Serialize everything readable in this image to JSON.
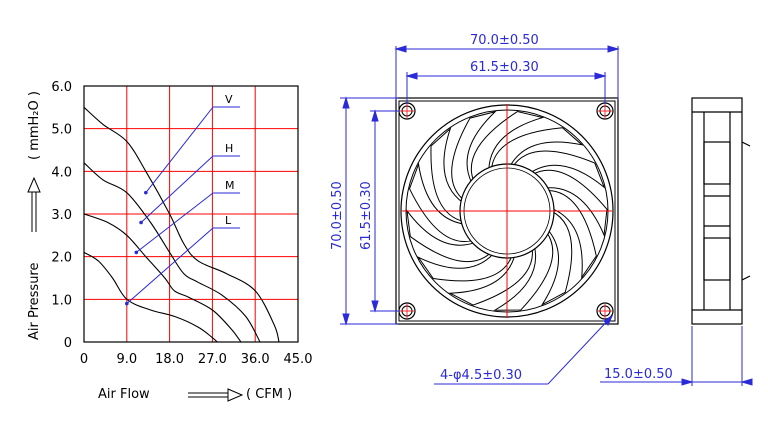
{
  "colors": {
    "grid": "#ff0000",
    "curve": "#000000",
    "dimension": "#2a2ad8",
    "leader": "#2a2ad8",
    "drawing": "#000000",
    "center": "#ff0000"
  },
  "chart_data": {
    "type": "line",
    "xlabel": "Air Flow",
    "xunit": "( CFM )",
    "ylabel": "Air Pressure",
    "yunit": "( mmH₂O )",
    "xticks": [
      "0",
      "9.0",
      "18.0",
      "27.0",
      "36.0",
      "45.0"
    ],
    "yticks": [
      "0",
      "1.0",
      "2.0",
      "3.0",
      "4.0",
      "5.0",
      "6.0"
    ],
    "xlim": [
      0,
      45
    ],
    "ylim": [
      0,
      6
    ],
    "grid": true,
    "series": [
      {
        "name": "V",
        "x": [
          0,
          4,
          9,
          13,
          18,
          21,
          24,
          30,
          36,
          40,
          41
        ],
        "y": [
          5.5,
          5.1,
          4.7,
          4.0,
          3.0,
          2.3,
          1.9,
          1.6,
          1.2,
          0.4,
          0.0
        ]
      },
      {
        "name": "H",
        "x": [
          0,
          4,
          9,
          14,
          18,
          21,
          24,
          29,
          34,
          37
        ],
        "y": [
          4.2,
          3.8,
          3.5,
          2.8,
          2.1,
          1.6,
          1.4,
          1.1,
          0.6,
          0.0
        ]
      },
      {
        "name": "M",
        "x": [
          0,
          5,
          9,
          13,
          17,
          19,
          22,
          27,
          31,
          33
        ],
        "y": [
          3.0,
          2.8,
          2.5,
          2.0,
          1.5,
          1.2,
          1.05,
          0.75,
          0.3,
          0.0
        ]
      },
      {
        "name": "L",
        "x": [
          0,
          3,
          6,
          9,
          14,
          19,
          24,
          27,
          28
        ],
        "y": [
          2.1,
          1.9,
          1.5,
          1.0,
          0.75,
          0.6,
          0.35,
          0.1,
          0.0
        ]
      }
    ]
  },
  "dimensions": {
    "width_outer": "70.0±0.50",
    "width_hole": "61.5±0.30",
    "height_outer": "70.0±0.50",
    "height_hole": "61.5±0.30",
    "hole_spec": "4-φ4.5±0.30",
    "thickness": "15.0±0.50"
  }
}
